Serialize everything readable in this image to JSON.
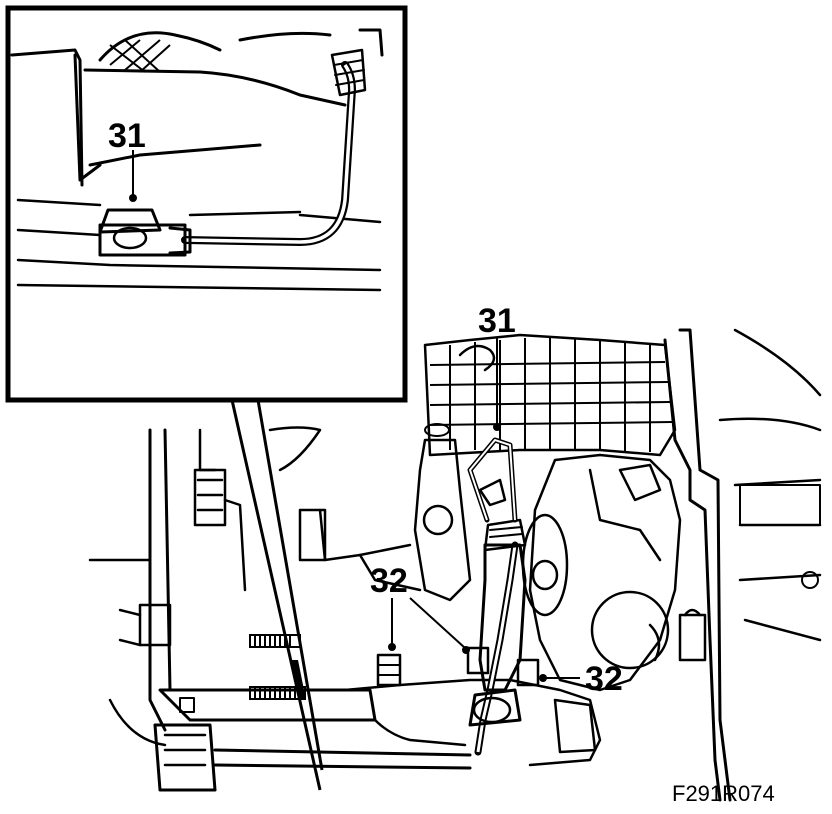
{
  "figure": {
    "id_label": "F291R074"
  },
  "callouts": {
    "inset_31": "31",
    "main_31": "31",
    "main_32_left": "32",
    "main_32_right": "32"
  },
  "colors": {
    "line": "#000000",
    "background": "#ffffff"
  }
}
